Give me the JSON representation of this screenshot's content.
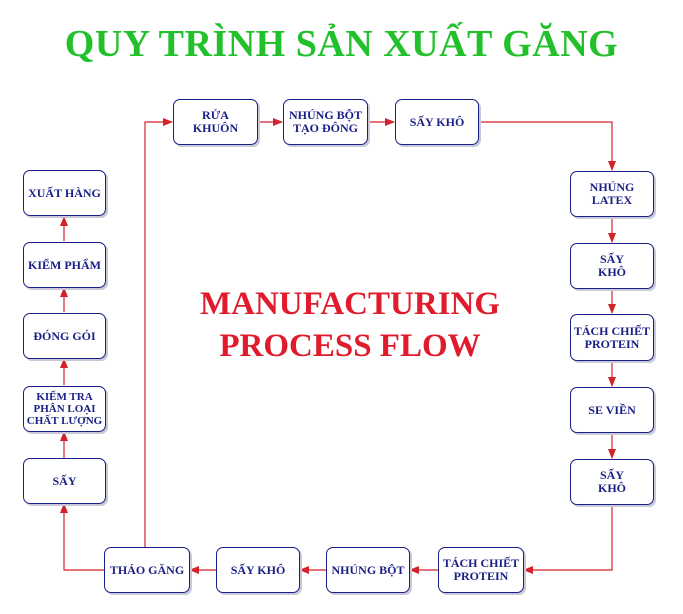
{
  "title": "QUY TRÌNH SẢN XUẤT GĂNG",
  "center": {
    "line1": "MANUFACTURING",
    "line2": "PROCESS FLOW"
  },
  "colors": {
    "title": "#22c02a",
    "center_text": "#e01b2c",
    "box_border": "#1a1f86",
    "box_text": "#1a1f86",
    "arrow": "#d2232a"
  },
  "steps": [
    {
      "id": "rua-khuon",
      "label": "RỬA\nKHUÔN"
    },
    {
      "id": "nhung-bot-tao-dong",
      "label": "NHÚNG BỘT\nTẠO ĐÔNG"
    },
    {
      "id": "say-kho-1",
      "label": "SẤY KHÔ"
    },
    {
      "id": "nhung-latex",
      "label": "NHÚNG\nLATEX"
    },
    {
      "id": "say-kho-2",
      "label": "SẤY\nKHÔ"
    },
    {
      "id": "tach-chiet-protein-1",
      "label": "TÁCH CHIẾT\nPROTEIN"
    },
    {
      "id": "se-vien",
      "label": "SE VIỀN"
    },
    {
      "id": "say-kho-3",
      "label": "SẤY\nKHÔ"
    },
    {
      "id": "tach-chiet-protein-2",
      "label": "TÁCH CHIẾT\nPROTEIN"
    },
    {
      "id": "nhung-bot",
      "label": "NHÚNG BỘT"
    },
    {
      "id": "say-kho-4",
      "label": "SẤY KHÔ"
    },
    {
      "id": "thao-gang",
      "label": "THÁO GĂNG"
    },
    {
      "id": "say",
      "label": "SẤY"
    },
    {
      "id": "kiem-tra-phan-loai",
      "label": "KIỂM TRA\nPHÂN LOẠI\nCHẤT LƯỢNG"
    },
    {
      "id": "dong-goi",
      "label": "ĐÓNG GÓI"
    },
    {
      "id": "kiem-pham",
      "label": "KIỂM PHẨM"
    },
    {
      "id": "xuat-hang",
      "label": "XUẤT HÀNG"
    }
  ]
}
